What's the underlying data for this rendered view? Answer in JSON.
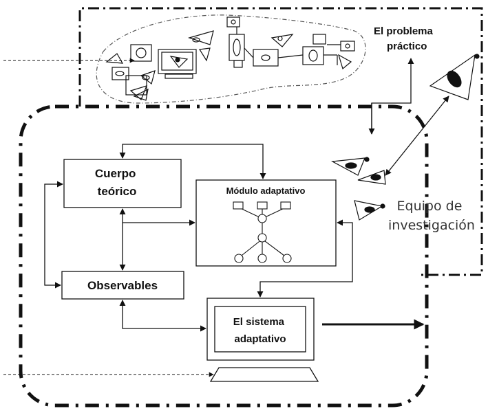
{
  "labels": {
    "problem": [
      "El problema",
      "práctico"
    ],
    "cuerpo": [
      "Cuerpo",
      "teórico"
    ],
    "modulo": "Módulo adaptativo",
    "observables": "Observables",
    "sistema": [
      "El sistema",
      "adaptativo"
    ],
    "equipo": [
      "Equipo de",
      "investigación"
    ]
  },
  "colors": {
    "line": "#111111",
    "box_fill": "#ffffff",
    "dashed_region": "#555555"
  }
}
